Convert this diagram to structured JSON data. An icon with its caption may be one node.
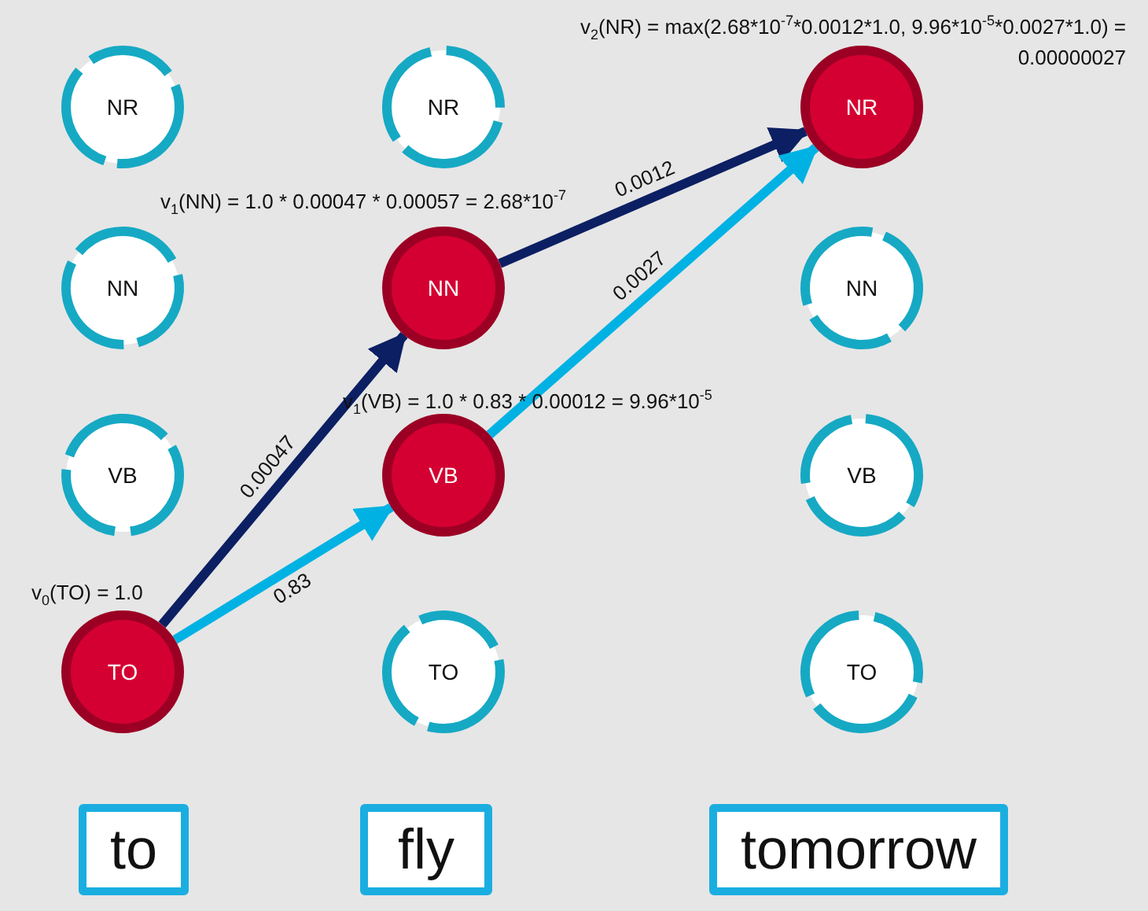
{
  "diagram": {
    "nodes": [
      {
        "text": [
          "NR"
        ]
      },
      {
        "text": [
          "NR"
        ]
      },
      {
        "text": [
          "NR"
        ],
        "beside": [
          "v$_{2}$(NR) = max(2.68*10$^{-7}$*0.0012*1.0, 9.96*10$^{-5}$*0.0027*1.0) = 0.00000027"
        ]
      },
      {
        "text": [
          "NN"
        ]
      },
      {
        "text": [
          "NN"
        ],
        "beside": [
          "v$_{1}$(NN) = 1.0 * 0.00047 * 0.00057 = 2.68*10$^{-7}$"
        ]
      },
      {
        "text": [
          "NN"
        ]
      },
      {
        "text": [
          "VB"
        ]
      },
      {
        "text": [
          "VB"
        ],
        "beside": [
          "v$_{1}$(VB) = 1.0 * 0.83 * 0.00012 = 9.96*10$^{-5}$"
        ]
      },
      {
        "text": [
          "VB"
        ]
      },
      {
        "text": [
          "TO"
        ],
        "beside": [
          "v$_{0}$(TO) = 1.0"
        ]
      },
      {
        "text": [
          "TO"
        ]
      },
      {
        "text": [
          "TO"
        ]
      },
      {
        "text": [
          "to"
        ]
      },
      {
        "text": [
          "fly"
        ]
      },
      {
        "text": [
          "tomorrow"
        ]
      }
    ],
    "edges": [
      {
        "from": 9,
        "to": 4,
        "arrow": "to",
        "label": "0.00047",
        "color": "#0c1f63"
      },
      {
        "from": 9,
        "to": 7,
        "arrow": "to",
        "label": "0.83",
        "color": "#00b2e3"
      },
      {
        "from": 4,
        "to": 2,
        "arrow": "to",
        "label": "0.0012",
        "color": "#0c1f63"
      },
      {
        "from": 7,
        "to": 2,
        "arrow": "to",
        "label": "0.0027",
        "color": "#00b2e3"
      }
    ]
  }
}
